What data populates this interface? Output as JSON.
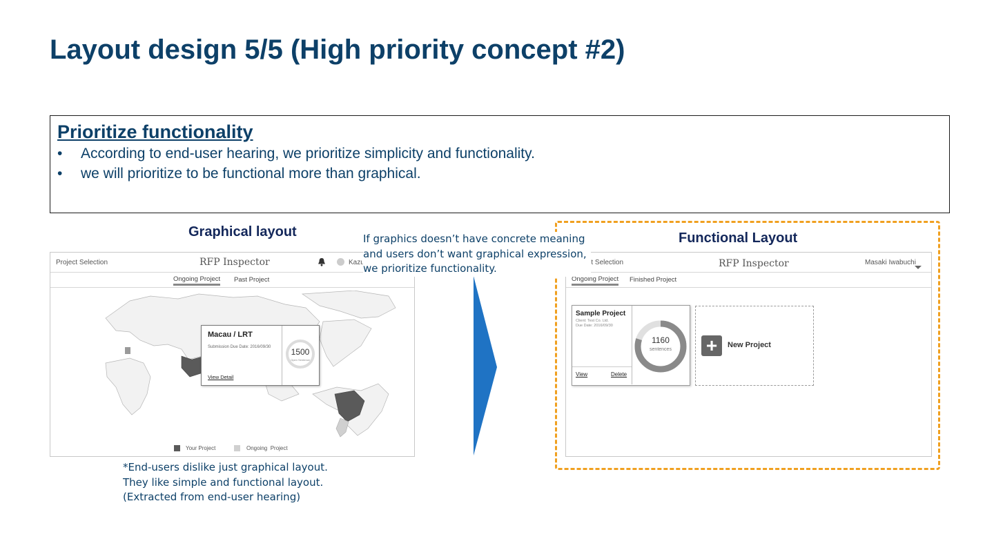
{
  "title": "Layout design 5/5 (High priority concept #2)",
  "box": {
    "heading": "Prioritize functionality",
    "bullet_char": "•",
    "bullets": [
      "According to end-user hearing, we prioritize simplicity and functionality.",
      "we will prioritize to be functional more than graphical."
    ]
  },
  "graphical": {
    "label": "Graphical layout",
    "mock": {
      "nav_label": "Project Selection",
      "app_title": "RFP Inspector",
      "user_name": "Kazuaki Yoshida",
      "tabs": [
        "Ongoing Project",
        "Past Project"
      ],
      "popup": {
        "title": "Macau / LRT",
        "submission": "Submission Due Date: 2016/09/30",
        "count": "1500",
        "count_caption": "Open Sentence",
        "link": "View Detail"
      },
      "legend": [
        "Your Project",
        "Ongoing  Project"
      ]
    },
    "note_lines": [
      "*End-users dislike just graphical layout.",
      "They like simple and functional layout.",
      "(Extracted from end-user hearing)"
    ]
  },
  "middle_note": "If graphics doesn’t have concrete meaning and users don’t want graphical expression, we prioritize functionality.",
  "functional": {
    "label": "Functional Layout",
    "mock": {
      "nav_label": "Project Selection",
      "app_title": "RFP Inspector",
      "user_name": "Masaki Iwabuchi",
      "tabs": [
        "Ongoing Project",
        "Finished Project"
      ],
      "card": {
        "title": "Sample Project",
        "client": "Client: Test Co. Ltd.",
        "due": "Due Date: 2016/09/30",
        "count": "1160",
        "count_caption": "sentences",
        "progress": 0.8,
        "view": "View",
        "delete": "Delete"
      },
      "new_project": "New Project"
    }
  },
  "colors": {
    "title": "#0d4068",
    "arrow": "#1f73c4",
    "highlight": "#f0a020",
    "your_project": "#5a5a5a",
    "ongoing_project": "#d0d0d0"
  }
}
